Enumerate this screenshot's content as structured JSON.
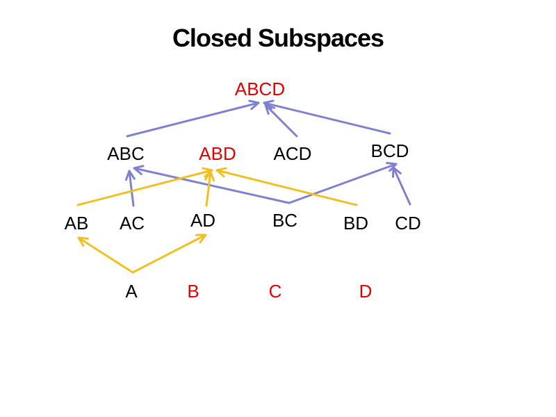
{
  "title": "Closed Subspaces",
  "colors": {
    "closed": "#e00000",
    "normal": "#000000",
    "edge_blue": "#8080d0",
    "edge_yellow": "#f0c020"
  },
  "nodes": [
    {
      "id": "ABCD",
      "label": "ABCD",
      "closed": true
    },
    {
      "id": "ABC",
      "label": "ABC",
      "closed": false
    },
    {
      "id": "ABD",
      "label": "ABD",
      "closed": true
    },
    {
      "id": "ACD",
      "label": "ACD",
      "closed": false
    },
    {
      "id": "BCD",
      "label": "BCD",
      "closed": false
    },
    {
      "id": "AB",
      "label": "AB",
      "closed": false
    },
    {
      "id": "AC",
      "label": "AC",
      "closed": false
    },
    {
      "id": "AD",
      "label": "AD",
      "closed": false
    },
    {
      "id": "BC",
      "label": "BC",
      "closed": false
    },
    {
      "id": "BD",
      "label": "BD",
      "closed": false
    },
    {
      "id": "CD",
      "label": "CD",
      "closed": false
    },
    {
      "id": "A",
      "label": "A",
      "closed": false
    },
    {
      "id": "B",
      "label": "B",
      "closed": true
    },
    {
      "id": "C",
      "label": "C",
      "closed": true
    },
    {
      "id": "D",
      "label": "D",
      "closed": true
    }
  ],
  "edges": [
    {
      "from": "ABC",
      "to": "ABCD",
      "color": "blue"
    },
    {
      "from": "ACD",
      "to": "ABCD",
      "color": "blue"
    },
    {
      "from": "BCD",
      "to": "ABCD",
      "color": "blue"
    },
    {
      "from": "AC",
      "to": "ABC",
      "color": "blue"
    },
    {
      "from": "BC",
      "to": "ABC",
      "color": "blue"
    },
    {
      "from": "BC",
      "to": "BCD",
      "color": "blue"
    },
    {
      "from": "CD",
      "to": "BCD",
      "color": "blue"
    },
    {
      "from": "AB",
      "to": "ABD",
      "color": "yellow"
    },
    {
      "from": "AD",
      "to": "ABD",
      "color": "yellow"
    },
    {
      "from": "BD",
      "to": "ABD",
      "color": "yellow"
    },
    {
      "from": "A",
      "to": "AB",
      "color": "yellow"
    },
    {
      "from": "A",
      "to": "AD",
      "color": "yellow"
    }
  ]
}
